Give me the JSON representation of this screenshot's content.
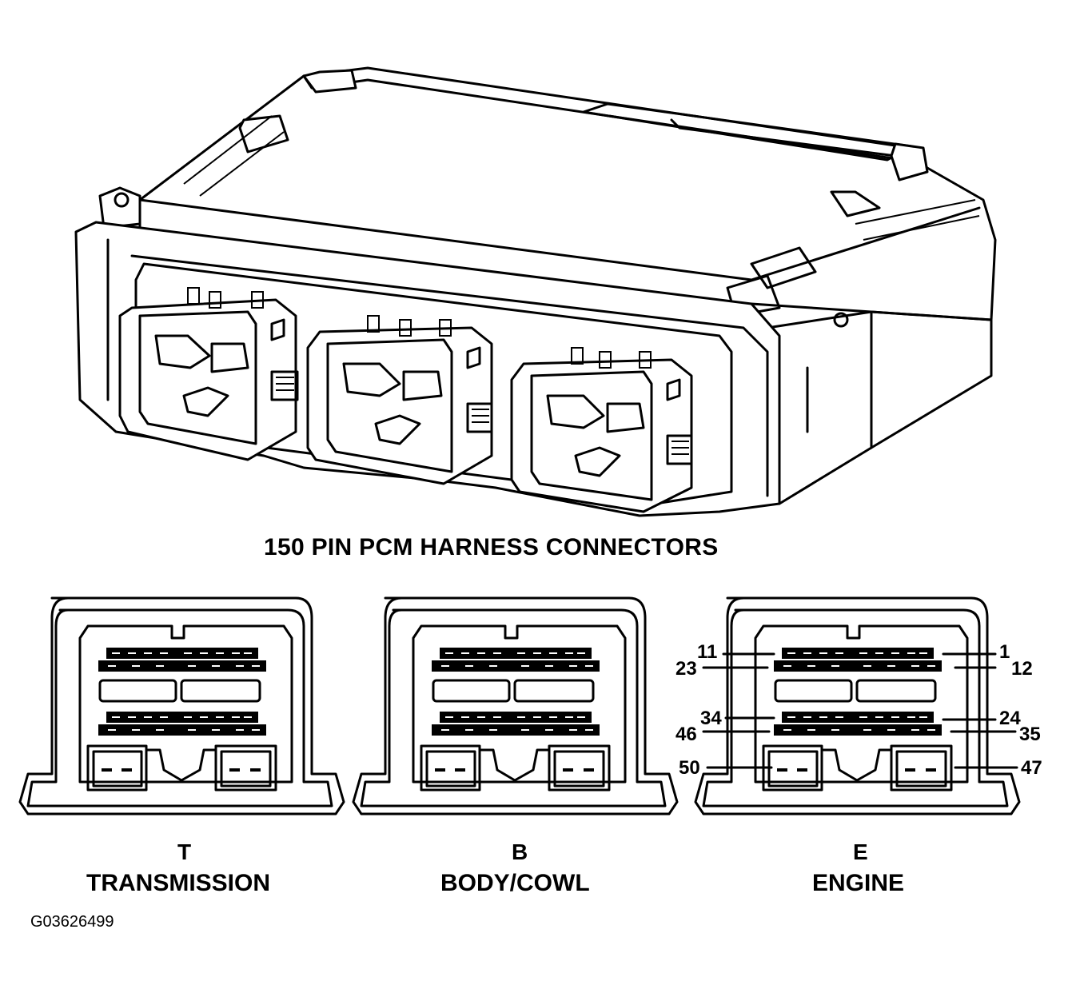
{
  "title": "150 PIN PCM HARNESS CONNECTORS",
  "figure_id": "G03626499",
  "connectors": [
    {
      "code": "T",
      "name": "TRANSMISSION"
    },
    {
      "code": "B",
      "name": "BODY/COWL"
    },
    {
      "code": "E",
      "name": "ENGINE"
    }
  ],
  "pin_labels": {
    "p11": "11",
    "p1": "1",
    "p23": "23",
    "p12": "12",
    "p34": "34",
    "p24": "24",
    "p46": "46",
    "p35": "35",
    "p50": "50",
    "p47": "47"
  },
  "icons": {
    "module": "pcm-module-illustration",
    "connector_face": "connector-face-icon"
  }
}
